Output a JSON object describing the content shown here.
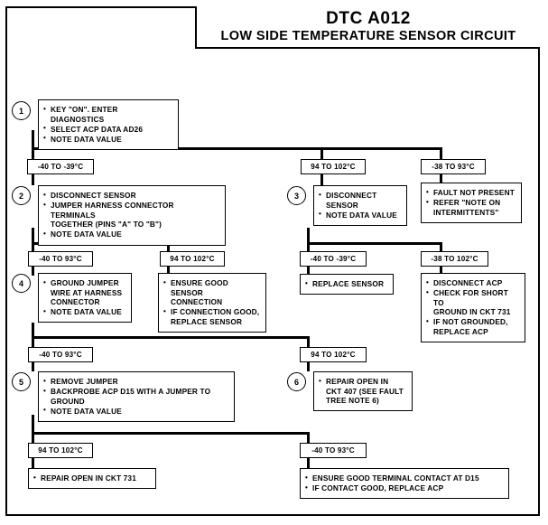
{
  "header": {
    "code": "DTC A012",
    "subtitle": "LOW SIDE TEMPERATURE SENSOR CIRCUIT"
  },
  "steps": {
    "s1": "1",
    "s2": "2",
    "s3": "3",
    "s4": "4",
    "s5": "5",
    "s6": "6"
  },
  "boxes": {
    "step1": [
      "KEY \"ON\". ENTER DIAGNOSTICS",
      "SELECT ACP DATA AD26",
      "NOTE DATA VALUE"
    ],
    "step2": [
      "DISCONNECT SENSOR",
      "JUMPER HARNESS CONNECTOR TERMINALS\nTOGETHER (PINS \"A\" TO \"B\")",
      "NOTE DATA VALUE"
    ],
    "step3": [
      "DISCONNECT SENSOR",
      "NOTE DATA VALUE"
    ],
    "fault_not_present": [
      "FAULT NOT PRESENT",
      "REFER \"NOTE ON\nINTERMITTENTS\""
    ],
    "step4": [
      "GROUND JUMPER\nWIRE AT HARNESS\nCONNECTOR",
      "NOTE DATA VALUE"
    ],
    "ensure_sensor": [
      "ENSURE GOOD SENSOR\nCONNECTION",
      "IF CONNECTION GOOD,\nREPLACE SENSOR"
    ],
    "replace_sensor": [
      "REPLACE SENSOR"
    ],
    "disconnect_acp": [
      "DISCONNECT ACP",
      "CHECK FOR SHORT TO\nGROUND IN CKT 731",
      "IF NOT GROUNDED,\nREPLACE ACP"
    ],
    "step5": [
      "REMOVE JUMPER",
      "BACKPROBE ACP D15 WITH A JUMPER TO\nGROUND",
      "NOTE DATA VALUE"
    ],
    "step6": [
      "REPAIR OPEN IN\nCKT 407 (SEE FAULT\nTREE NOTE 6)"
    ],
    "repair_ckt731": [
      "REPAIR OPEN IN CKT 731"
    ],
    "terminal_contact": [
      "ENSURE GOOD TERMINAL CONTACT AT D15",
      "IF CONTACT GOOD, REPLACE ACP"
    ]
  },
  "ranges": {
    "r1_left": "-40 TO -39°C",
    "r1_mid": "94 TO 102°C",
    "r1_right": "-38 TO 93°C",
    "r2_a": "-40 TO 93°C",
    "r2_b": "94 TO 102°C",
    "r2_c": "-40 TO -39°C",
    "r2_d": "-38 TO 102°C",
    "r3_left": "-40 TO 93°C",
    "r3_right": "94 TO 102°C",
    "r4_left": "94 TO 102°C",
    "r4_right": "-40 TO 93°C"
  }
}
